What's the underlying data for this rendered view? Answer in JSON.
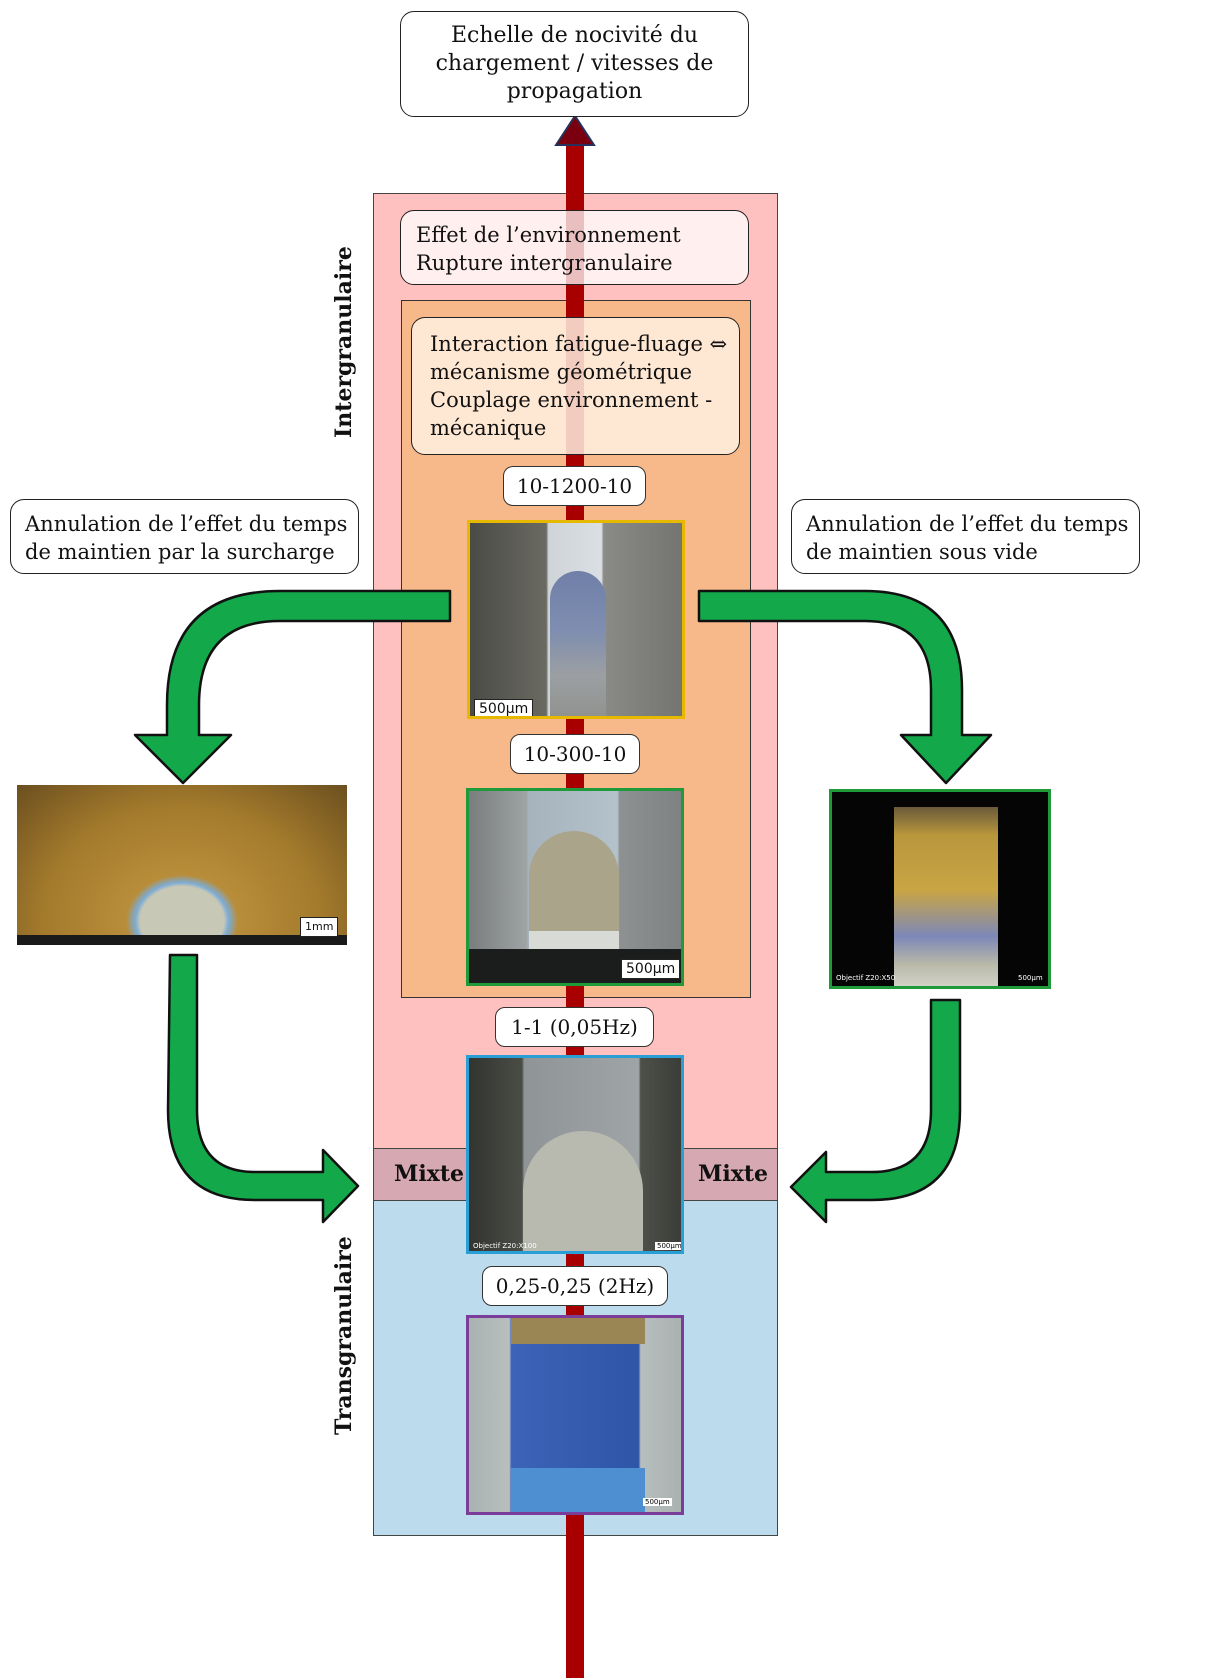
{
  "top_box": {
    "lines": [
      "Echelle de nocivité du",
      "chargement / vitesses de",
      "propagation"
    ]
  },
  "env_box": {
    "lines": [
      "Effet de l’environnement",
      "Rupture intergranulaire"
    ]
  },
  "interaction_box": {
    "lines": [
      "Interaction fatigue-fluage ⇔",
      "mécanisme géométrique",
      "Couplage environnement -",
      "mécanique"
    ]
  },
  "left_note": {
    "lines": [
      "Annulation de l’effet du temps",
      "de maintien par la surcharge"
    ]
  },
  "right_note": {
    "lines": [
      "Annulation de l’effet du temps",
      "de maintien sous vide"
    ]
  },
  "regions": {
    "intergranulaire": "Intergranulaire",
    "transgranulaire": "Transgranulaire",
    "mixte_left": "Mixte",
    "mixte_right": "Mixte"
  },
  "conditions": [
    {
      "label": "10-1200-10",
      "border": "#e6b800",
      "scale": "500µm"
    },
    {
      "label": "10-300-10",
      "border": "#1f9a3a",
      "scale": "500µm"
    },
    {
      "label": "1-1 (0,05Hz)",
      "border": "#2a9fd6",
      "scale": "500µm",
      "objective": "Objectif Z20:X100"
    },
    {
      "label": "0,25-0,25 (2Hz)",
      "border": "#7a3d9a",
      "scale": "500µm"
    }
  ],
  "left_image": {
    "scale": "1mm"
  },
  "right_image": {
    "scale": "500µm",
    "objective": "Objectif Z20:X50"
  },
  "colors": {
    "intergranulaire_bg": "#ffc0c0",
    "orange_bg": "#f8b98a",
    "transgranulaire_bg": "#bcdcee",
    "mixte_bg": "#d6a8b2",
    "axis": "#a80000",
    "arrow": "#17a34a"
  }
}
